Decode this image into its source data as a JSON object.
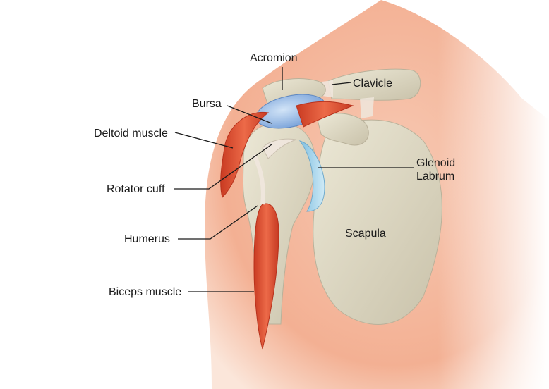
{
  "labels": {
    "acromion": "Acromion",
    "clavicle": "Clavicle",
    "bursa": "Bursa",
    "deltoid": "Deltoid muscle",
    "glenoid_line1": "Glenoid",
    "glenoid_line2": "Labrum",
    "rotator_cuff": "Rotator cuff",
    "humerus": "Humerus",
    "scapula": "Scapula",
    "biceps": "Biceps muscle"
  },
  "colors": {
    "skin": "#f4b69c",
    "skin_light": "#fbe3d6",
    "bone": "#dcd6c0",
    "bone_shadow": "#b9b19a",
    "muscle": "#e2583a",
    "muscle_dark": "#b8321d",
    "bursa": "#8fb4e3",
    "labrum": "#a9d6ec",
    "tendon": "#efe6dc"
  }
}
